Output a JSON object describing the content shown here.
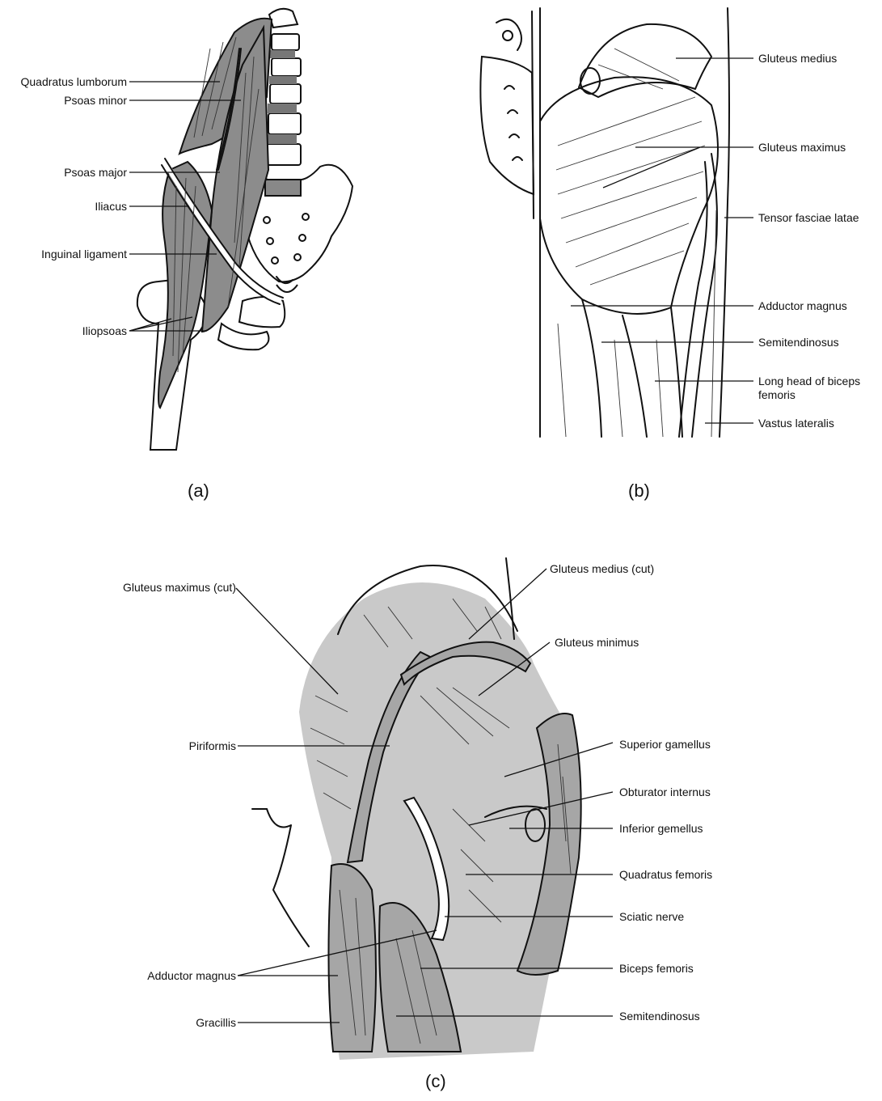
{
  "panel_a": {
    "caption": "(a)",
    "labels": {
      "quadratus_lumborum": "Quadratus lumborum",
      "psoas_minor": "Psoas minor",
      "psoas_major": "Psoas major",
      "iliacus": "Iliacus",
      "inguinal_ligament": "Inguinal ligament",
      "iliopsoas": "Iliopsoas"
    }
  },
  "panel_b": {
    "caption": "(b)",
    "labels": {
      "gluteus_medius": "Gluteus medius",
      "gluteus_maximus": "Gluteus maximus",
      "tensor_fasciae_latae": "Tensor fasciae latae",
      "adductor_magnus": "Adductor magnus",
      "semitendinosus": "Semitendinosus",
      "long_head_biceps_line1": "Long head of biceps",
      "long_head_biceps_line2": "femoris",
      "vastus_lateralis": "Vastus lateralis"
    }
  },
  "panel_c": {
    "caption": "(c)",
    "labels": {
      "gluteus_maximus_cut": "Gluteus maximus (cut)",
      "gluteus_medius_cut": "Gluteus medius (cut)",
      "gluteus_minimus": "Gluteus minimus",
      "piriformis": "Piriformis",
      "superior_gamellus": "Superior gamellus",
      "obturator_internus": "Obturator internus",
      "inferior_gemellus": "Inferior gemellus",
      "quadratus_femoris": "Quadratus femoris",
      "sciatic_nerve": "Sciatic nerve",
      "adductor_magnus": "Adductor magnus",
      "biceps_femoris": "Biceps femoris",
      "gracillis": "Gracillis",
      "semitendinosus": "Semitendinosus"
    }
  }
}
